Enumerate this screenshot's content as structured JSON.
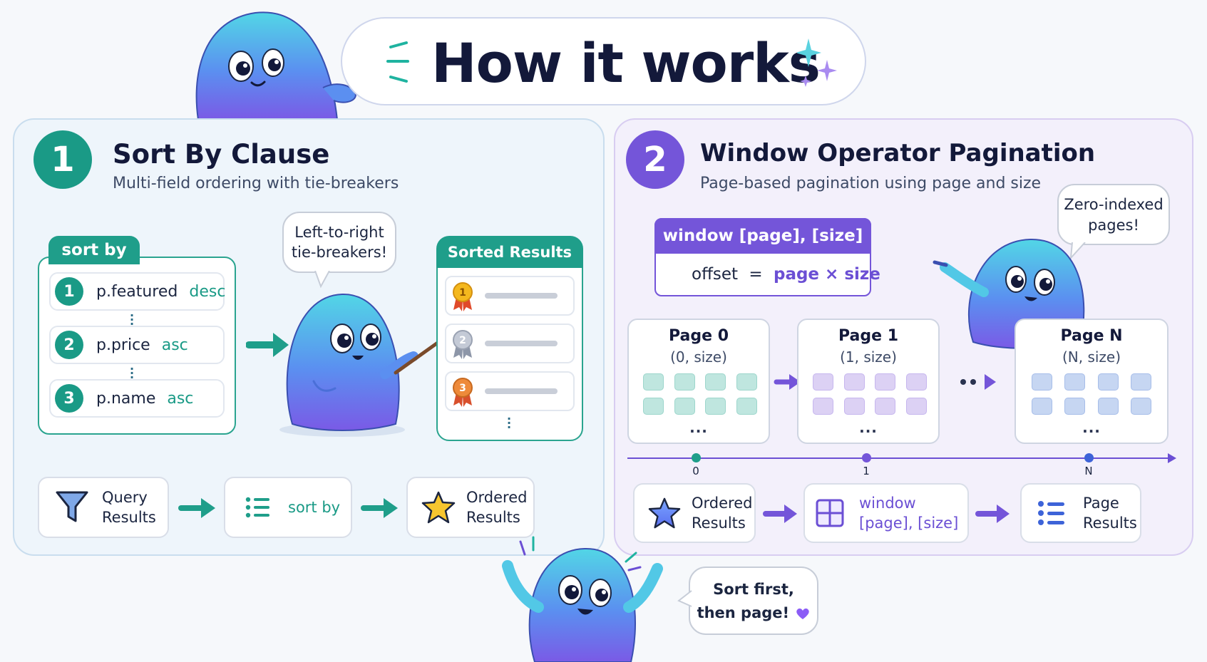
{
  "header": {
    "title": "How it works"
  },
  "section1": {
    "number": "1",
    "title": "Sort By Clause",
    "subtitle": "Multi-field ordering with tie-breakers",
    "sort_tab": "sort by",
    "fields": [
      {
        "num": "1",
        "name": "p.featured",
        "dir": "desc"
      },
      {
        "num": "2",
        "name": "p.price",
        "dir": "asc"
      },
      {
        "num": "3",
        "name": "p.name",
        "dir": "asc"
      }
    ],
    "bubble_line1": "Left-to-right",
    "bubble_line2": "tie-breakers!",
    "results_title": "Sorted Results",
    "medals": [
      "1",
      "2",
      "3"
    ],
    "flow": {
      "query_line1": "Query",
      "query_line2": "Results",
      "sortby": "sort by",
      "ordered_line1": "Ordered",
      "ordered_line2": "Results"
    }
  },
  "section2": {
    "number": "2",
    "title": "Window Operator Pagination",
    "subtitle": "Page-based pagination using page and size",
    "window_head": "window [page], [size]",
    "offset_label": "offset",
    "offset_eq": "=",
    "offset_expr": "page × size",
    "bubble_line1": "Zero-indexed",
    "bubble_line2": "pages!",
    "pages": [
      {
        "title": "Page 0",
        "sub": "(0, size)"
      },
      {
        "title": "Page 1",
        "sub": "(1, size)"
      },
      {
        "title": "Page N",
        "sub": "(N, size)"
      }
    ],
    "ellipsis": "...",
    "axis_ticks": [
      "0",
      "1",
      "N"
    ],
    "flow": {
      "ordered_line1": "Ordered",
      "ordered_line2": "Results",
      "window_line1": "window",
      "window_line2": "[page], [size]",
      "page_line1": "Page",
      "page_line2": "Results"
    }
  },
  "footer_bubble": {
    "line1": "Sort first,",
    "line2": "then page!"
  },
  "colors": {
    "teal": "#1f9e8a",
    "purple": "#7455d9",
    "navy": "#13193a",
    "heart": "#8b5cf6"
  },
  "icons": [
    "sparkle-icon",
    "funnel-icon",
    "list-icon",
    "star-icon",
    "grid-icon",
    "heart-icon",
    "medal-icon",
    "arrow-icon"
  ]
}
